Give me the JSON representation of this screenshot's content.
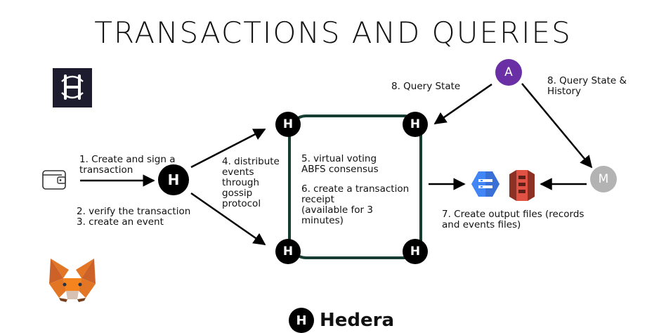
{
  "title": "TRANSACTIONS AND QUERIES",
  "labels": {
    "create_sign": "1. Create and sign a\ntransaction",
    "verify_create": "2. verify the transaction\n3. create an event",
    "distribute": "4. distribute\nevents\nthrough\ngossip\nprotocol",
    "voting": "5. virtual voting\nABFS consensus",
    "receipt": "6. create a transaction\nreceipt\n (available for 3\nminutes)",
    "output_files": "7. Create output files (records\nand events files)",
    "query_state": "8. Query State",
    "query_state_history": "8. Query State &\nHistory"
  },
  "nodes": {
    "hedera_symbol": "H",
    "app_a": "A",
    "mirror_m": "M"
  },
  "brand": {
    "name": "Hedera"
  },
  "colors": {
    "network_box": "#173c32",
    "avatar_a": "#6a2fa5",
    "avatar_m": "#b3b3b3",
    "logo_bg": "#1d1b2e",
    "gcs_blue": "#4285f4",
    "s3_red": "#d13a2f"
  },
  "icons": {
    "wallet": "wallet-icon",
    "hashpack_logo": "hashpack-logo",
    "metamask_logo": "metamask-fox-logo",
    "cloud_storage": "google-cloud-storage-icon",
    "s3": "amazon-s3-icon"
  }
}
